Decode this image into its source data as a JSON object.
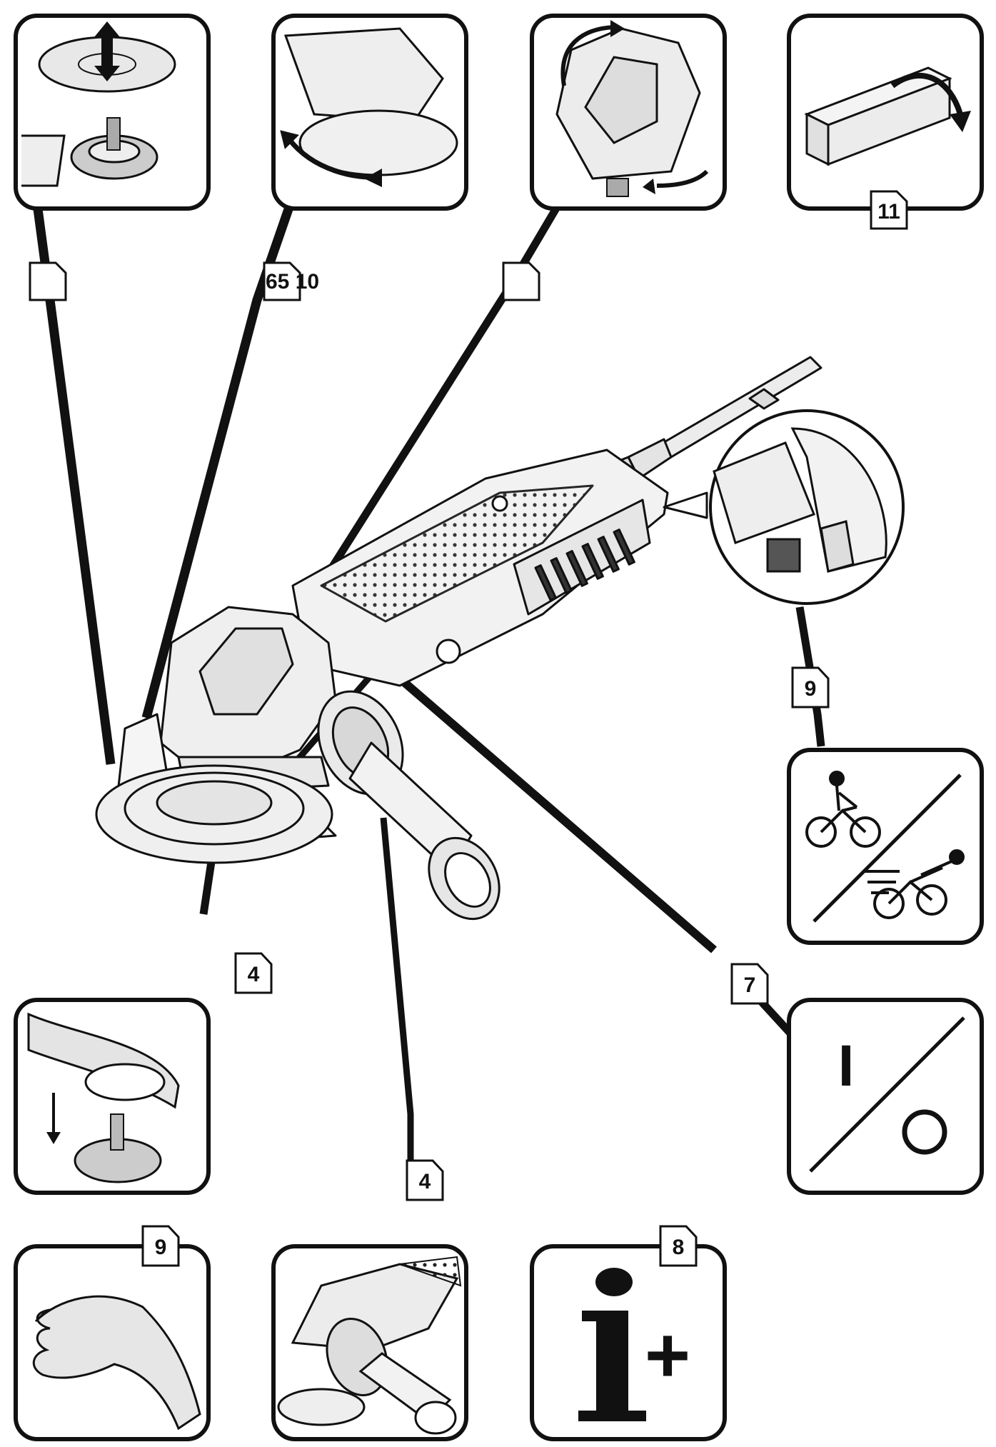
{
  "panels": [
    {
      "id": "disc-mount",
      "ref": ""
    },
    {
      "id": "guard-adjust",
      "ref": "65 10"
    },
    {
      "id": "gearhead-rotate",
      "ref": ""
    },
    {
      "id": "packaging",
      "ref": "11"
    },
    {
      "id": "speed-wheel-detail",
      "ref": "9"
    },
    {
      "id": "speed-selection",
      "ref": ""
    },
    {
      "id": "guard-fitting",
      "ref": "4"
    },
    {
      "id": "on-off-switch",
      "ref": "7"
    },
    {
      "id": "vibration-hand",
      "ref": "9"
    },
    {
      "id": "side-handle",
      "ref": "4"
    },
    {
      "id": "more-info",
      "ref": "8"
    }
  ],
  "on_off_symbols": {
    "on": "I",
    "off": "O"
  },
  "info_symbol": {
    "letter": "i",
    "plus": "+"
  },
  "colors": {
    "line": "#111111",
    "fill": "#f2f2f2",
    "shade": "#cfcfcf"
  }
}
